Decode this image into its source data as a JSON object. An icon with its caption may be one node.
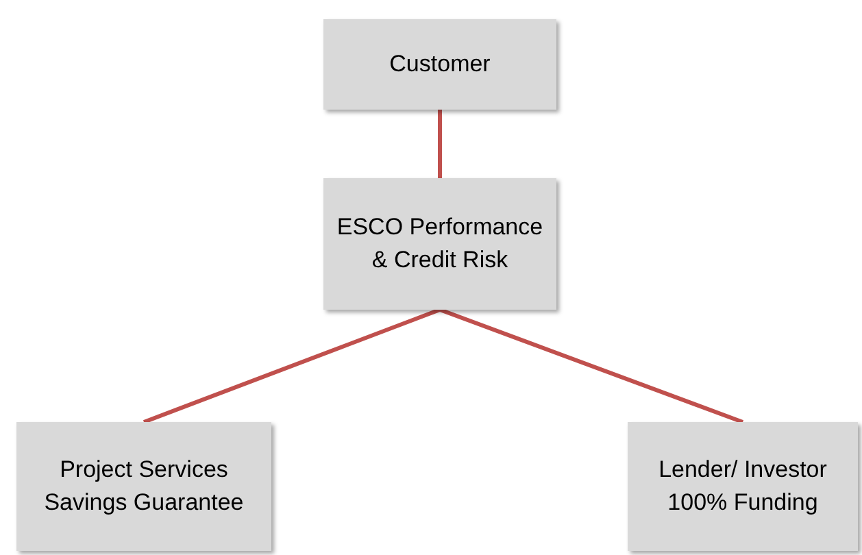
{
  "diagram": {
    "nodes": [
      {
        "text": [
          "Customer"
        ]
      },
      {
        "text": [
          "ESCO Performance & Credit Risk"
        ]
      },
      {
        "text": [
          "Project Services Savings Guarantee"
        ]
      },
      {
        "text": [
          "Lender/ Investor 100% Funding"
        ]
      }
    ],
    "edges": [
      {
        "from": 0,
        "to": 1,
        "arrow": "none"
      },
      {
        "from": 1,
        "to": 2,
        "arrow": "none"
      },
      {
        "from": 1,
        "to": 3,
        "arrow": "none"
      }
    ]
  }
}
